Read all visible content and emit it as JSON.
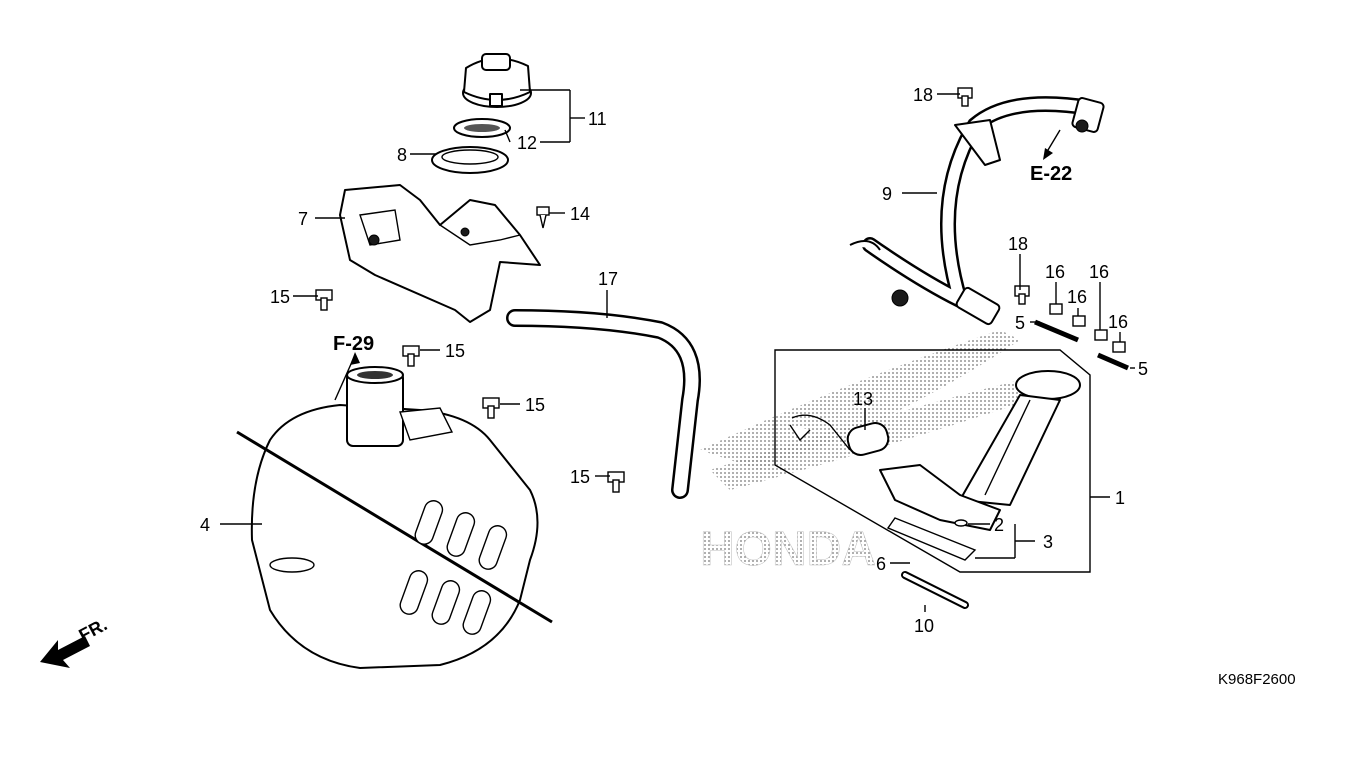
{
  "diagram": {
    "code": "K968F2600",
    "watermark": "HONDA",
    "front_arrow_label": "FR.",
    "refs": {
      "f29": "F-29",
      "e22": "E-22"
    },
    "callouts": {
      "c1": "1",
      "c2": "2",
      "c3": "3",
      "c4": "4",
      "c5a": "5",
      "c5b": "5",
      "c6": "6",
      "c7": "7",
      "c8": "8",
      "c9": "9",
      "c10": "10",
      "c11": "11",
      "c12": "12",
      "c13": "13",
      "c14": "14",
      "c15a": "15",
      "c15b": "15",
      "c15c": "15",
      "c15d": "15",
      "c16a": "16",
      "c16b": "16",
      "c16c": "16",
      "c16d": "16",
      "c17": "17",
      "c18a": "18",
      "c18b": "18"
    }
  }
}
